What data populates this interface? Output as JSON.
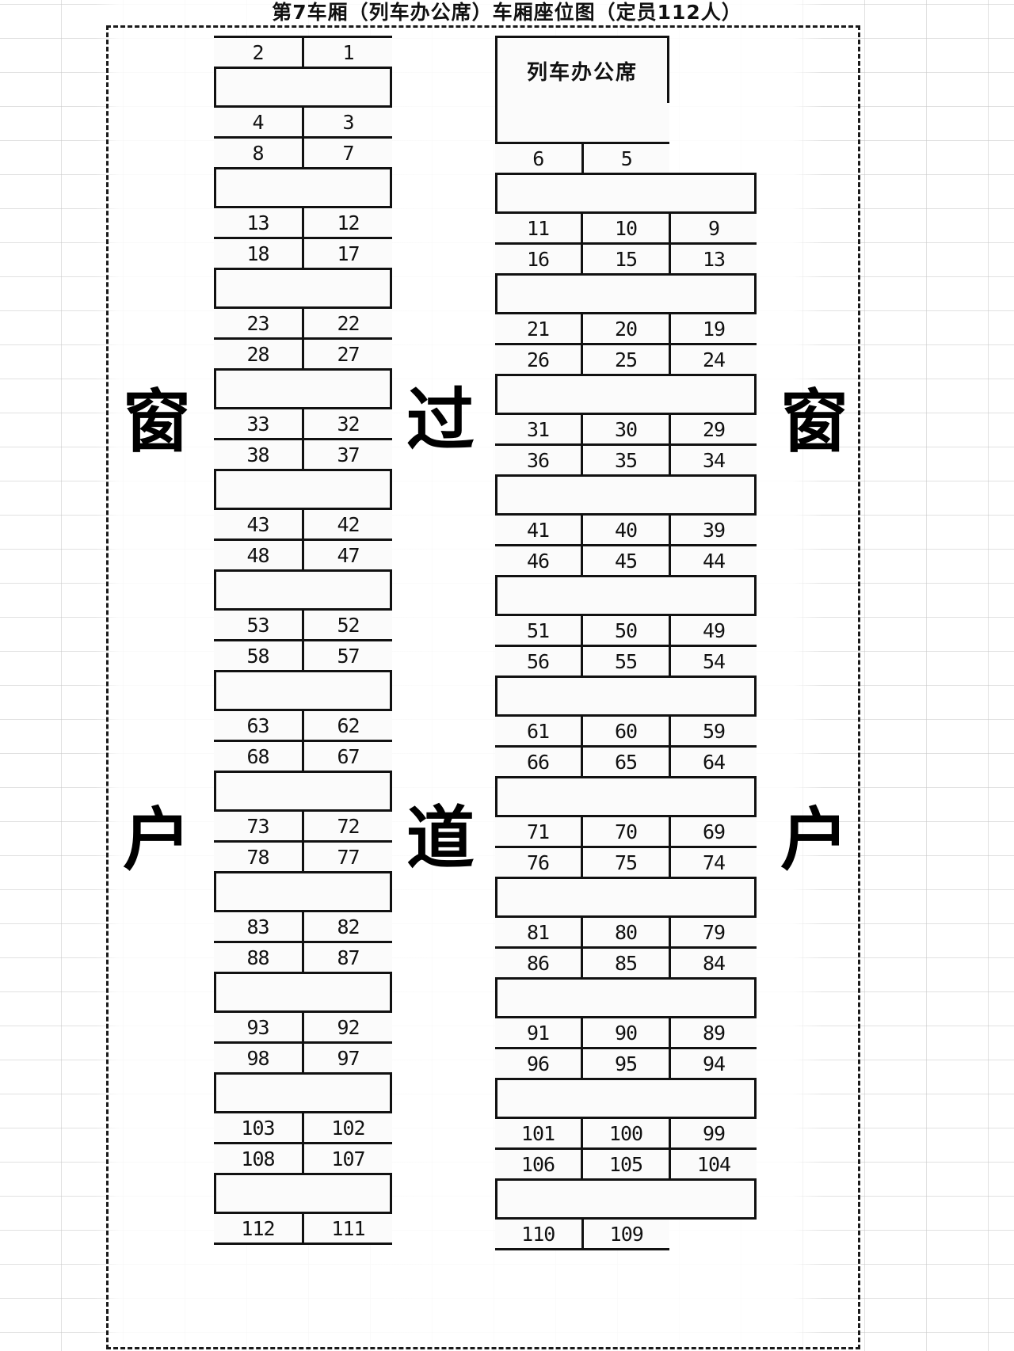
{
  "title": "第7车厢（列车办公席）车厢座位图（定员112人）",
  "labels": {
    "window_left_top": "窗",
    "window_left_bottom": "户",
    "window_right_top": "窗",
    "window_right_bottom": "户",
    "aisle_top": "过",
    "aisle_bottom": "道",
    "office_seat": "列车办公席"
  },
  "chart_data": {
    "type": "table",
    "title": "第7车厢（列车办公席）车厢座位图（定员112人）",
    "car_number": "第7车厢",
    "car_type": "列车办公席",
    "capacity": "定员112人",
    "left_block": {
      "columns": 2,
      "rows": [
        [
          "2",
          "1"
        ],
        [
          "4",
          "3"
        ],
        [
          "8",
          "7"
        ],
        [
          "13",
          "12"
        ],
        [
          "18",
          "17"
        ],
        [
          "23",
          "22"
        ],
        [
          "28",
          "27"
        ],
        [
          "33",
          "32"
        ],
        [
          "38",
          "37"
        ],
        [
          "43",
          "42"
        ],
        [
          "48",
          "47"
        ],
        [
          "53",
          "52"
        ],
        [
          "58",
          "57"
        ],
        [
          "63",
          "62"
        ],
        [
          "68",
          "67"
        ],
        [
          "73",
          "72"
        ],
        [
          "78",
          "77"
        ],
        [
          "83",
          "82"
        ],
        [
          "88",
          "87"
        ],
        [
          "93",
          "92"
        ],
        [
          "98",
          "97"
        ],
        [
          "103",
          "102"
        ],
        [
          "108",
          "107"
        ],
        [
          "112",
          "111"
        ]
      ]
    },
    "right_block": {
      "columns": 3,
      "rows": [
        [
          "6",
          "5",
          ""
        ],
        [
          "11",
          "10",
          "9"
        ],
        [
          "16",
          "15",
          "13"
        ],
        [
          "21",
          "20",
          "19"
        ],
        [
          "26",
          "25",
          "24"
        ],
        [
          "31",
          "30",
          "29"
        ],
        [
          "36",
          "35",
          "34"
        ],
        [
          "41",
          "40",
          "39"
        ],
        [
          "46",
          "45",
          "44"
        ],
        [
          "51",
          "50",
          "49"
        ],
        [
          "56",
          "55",
          "54"
        ],
        [
          "61",
          "60",
          "59"
        ],
        [
          "66",
          "65",
          "64"
        ],
        [
          "71",
          "70",
          "69"
        ],
        [
          "76",
          "75",
          "74"
        ],
        [
          "81",
          "80",
          "79"
        ],
        [
          "86",
          "85",
          "84"
        ],
        [
          "91",
          "90",
          "89"
        ],
        [
          "96",
          "95",
          "94"
        ],
        [
          "101",
          "100",
          "99"
        ],
        [
          "106",
          "105",
          "104"
        ],
        [
          "110",
          "109",
          ""
        ]
      ]
    }
  },
  "left_rows": [
    {
      "t": "row",
      "c": [
        "2",
        "1"
      ]
    },
    {
      "t": "gap"
    },
    {
      "t": "row",
      "c": [
        "4",
        "3"
      ]
    },
    {
      "t": "row",
      "c": [
        "8",
        "7"
      ]
    },
    {
      "t": "gap"
    },
    {
      "t": "row",
      "c": [
        "13",
        "12"
      ]
    },
    {
      "t": "row",
      "c": [
        "18",
        "17"
      ]
    },
    {
      "t": "gap"
    },
    {
      "t": "row",
      "c": [
        "23",
        "22"
      ]
    },
    {
      "t": "row",
      "c": [
        "28",
        "27"
      ]
    },
    {
      "t": "gap"
    },
    {
      "t": "row",
      "c": [
        "33",
        "32"
      ]
    },
    {
      "t": "row",
      "c": [
        "38",
        "37"
      ]
    },
    {
      "t": "gap"
    },
    {
      "t": "row",
      "c": [
        "43",
        "42"
      ]
    },
    {
      "t": "row",
      "c": [
        "48",
        "47"
      ]
    },
    {
      "t": "gap"
    },
    {
      "t": "row",
      "c": [
        "53",
        "52"
      ]
    },
    {
      "t": "row",
      "c": [
        "58",
        "57"
      ]
    },
    {
      "t": "gap"
    },
    {
      "t": "row",
      "c": [
        "63",
        "62"
      ]
    },
    {
      "t": "row",
      "c": [
        "68",
        "67"
      ]
    },
    {
      "t": "gap"
    },
    {
      "t": "row",
      "c": [
        "73",
        "72"
      ]
    },
    {
      "t": "row",
      "c": [
        "78",
        "77"
      ]
    },
    {
      "t": "gap"
    },
    {
      "t": "row",
      "c": [
        "83",
        "82"
      ]
    },
    {
      "t": "row",
      "c": [
        "88",
        "87"
      ]
    },
    {
      "t": "gap"
    },
    {
      "t": "row",
      "c": [
        "93",
        "92"
      ]
    },
    {
      "t": "row",
      "c": [
        "98",
        "97"
      ]
    },
    {
      "t": "gap"
    },
    {
      "t": "row",
      "c": [
        "103",
        "102"
      ]
    },
    {
      "t": "row",
      "c": [
        "108",
        "107"
      ]
    },
    {
      "t": "gap"
    },
    {
      "t": "row",
      "c": [
        "112",
        "111"
      ]
    }
  ],
  "right_rows": [
    {
      "t": "office",
      "label": "列车办公席"
    },
    {
      "t": "officegap"
    },
    {
      "t": "row2",
      "c": [
        "6",
        "5"
      ]
    },
    {
      "t": "gap"
    },
    {
      "t": "row3",
      "c": [
        "11",
        "10",
        "9"
      ]
    },
    {
      "t": "row3",
      "c": [
        "16",
        "15",
        "13"
      ]
    },
    {
      "t": "gap"
    },
    {
      "t": "row3",
      "c": [
        "21",
        "20",
        "19"
      ]
    },
    {
      "t": "row3",
      "c": [
        "26",
        "25",
        "24"
      ]
    },
    {
      "t": "gap"
    },
    {
      "t": "row3",
      "c": [
        "31",
        "30",
        "29"
      ]
    },
    {
      "t": "row3",
      "c": [
        "36",
        "35",
        "34"
      ]
    },
    {
      "t": "gap"
    },
    {
      "t": "row3",
      "c": [
        "41",
        "40",
        "39"
      ]
    },
    {
      "t": "row3",
      "c": [
        "46",
        "45",
        "44"
      ]
    },
    {
      "t": "gap"
    },
    {
      "t": "row3",
      "c": [
        "51",
        "50",
        "49"
      ]
    },
    {
      "t": "row3",
      "c": [
        "56",
        "55",
        "54"
      ]
    },
    {
      "t": "gap"
    },
    {
      "t": "row3",
      "c": [
        "61",
        "60",
        "59"
      ]
    },
    {
      "t": "row3",
      "c": [
        "66",
        "65",
        "64"
      ]
    },
    {
      "t": "gap"
    },
    {
      "t": "row3",
      "c": [
        "71",
        "70",
        "69"
      ]
    },
    {
      "t": "row3",
      "c": [
        "76",
        "75",
        "74"
      ]
    },
    {
      "t": "gap"
    },
    {
      "t": "row3",
      "c": [
        "81",
        "80",
        "79"
      ]
    },
    {
      "t": "row3",
      "c": [
        "86",
        "85",
        "84"
      ]
    },
    {
      "t": "gap"
    },
    {
      "t": "row3",
      "c": [
        "91",
        "90",
        "89"
      ]
    },
    {
      "t": "row3",
      "c": [
        "96",
        "95",
        "94"
      ]
    },
    {
      "t": "gap"
    },
    {
      "t": "row3",
      "c": [
        "101",
        "100",
        "99"
      ]
    },
    {
      "t": "row3",
      "c": [
        "106",
        "105",
        "104"
      ]
    },
    {
      "t": "gap"
    },
    {
      "t": "row2",
      "c": [
        "110",
        "109"
      ]
    }
  ]
}
